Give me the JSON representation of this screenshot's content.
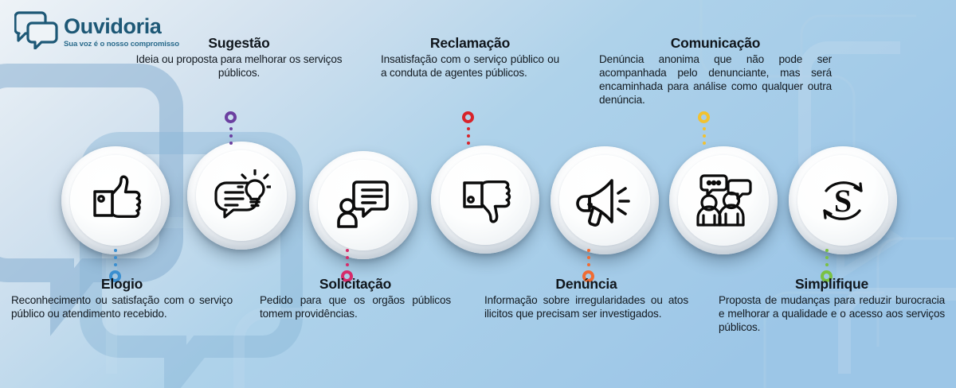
{
  "brand": {
    "title": "Ouvidoria",
    "tagline": "Sua voz é o nosso compromisso",
    "logo_icon": "speech-bubbles-icon",
    "color": "#1d5876"
  },
  "items": [
    {
      "id": "elogio",
      "title": "Elogio",
      "description": "Reconhecimento ou satisfação com o serviço público ou atendimento recebido.",
      "icon": "thumbs-up-icon",
      "color": "#3b8fd0",
      "position": "bottom"
    },
    {
      "id": "sugestao",
      "title": "Sugestão",
      "description": "Ideia ou proposta para melhorar os serviços públicos.",
      "icon": "speech-bubble-lightbulb-icon",
      "color": "#6b3fa0",
      "position": "top"
    },
    {
      "id": "solicitacao",
      "title": "Solicitação",
      "description": "Pedido para que os orgãos públicos tomem providências.",
      "icon": "person-message-icon",
      "color": "#d62b6a",
      "position": "bottom"
    },
    {
      "id": "reclamacao",
      "title": "Reclamação",
      "description": "Insatisfação com o serviço público ou a conduta de agentes públicos.",
      "icon": "thumbs-down-icon",
      "color": "#d8232a",
      "position": "top"
    },
    {
      "id": "denuncia",
      "title": "Denúncia",
      "description": "Informação sobre irregularidades ou atos ilicitos que precisam ser investigados.",
      "icon": "megaphone-icon",
      "color": "#f06c33",
      "position": "bottom"
    },
    {
      "id": "comunicacao",
      "title": "Comunicação",
      "description": "Denúncia anonima que não pode ser acompanhada pelo denunciante, mas será encaminhada para análise como qualquer outra denúncia.",
      "icon": "two-people-chat-icon",
      "color": "#f2c230",
      "position": "top"
    },
    {
      "id": "simplifique",
      "title": "Simplifique",
      "description": "Proposta de mudanças para reduzir burocracia e melhorar a qualidade e o acesso aos serviços públicos.",
      "icon": "s-refresh-icon",
      "color": "#7ac143",
      "position": "bottom"
    }
  ]
}
